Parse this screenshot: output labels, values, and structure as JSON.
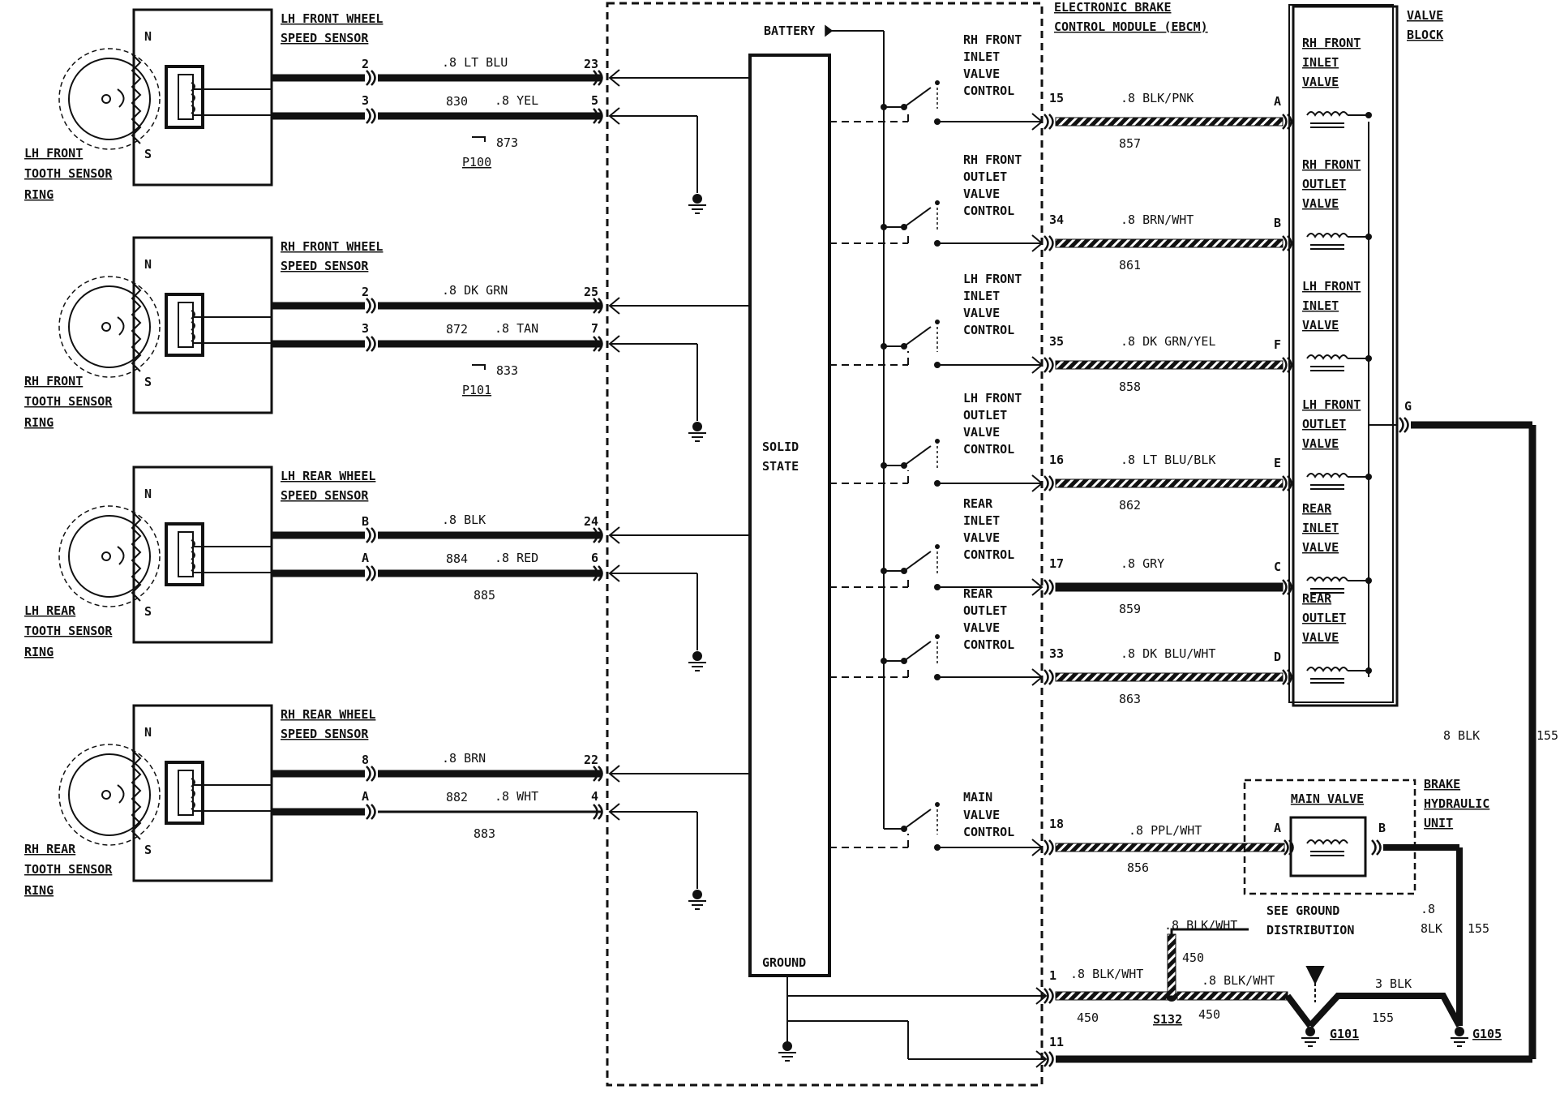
{
  "sensors": [
    {
      "title1": "LH FRONT WHEEL",
      "title2": "SPEED SENSOR",
      "ring1": "LH FRONT",
      "ring2": "TOOTH SENSOR",
      "ring3": "RING",
      "w1": {
        "conn_pin": "2",
        "ecu_pin": "23",
        "color": ".8 LT BLU",
        "circuit": "830"
      },
      "w2": {
        "conn_pin": "3",
        "ecu_pin": "5",
        "color": ".8 YEL",
        "circuit": "873"
      },
      "connector": "P100"
    },
    {
      "title1": "RH FRONT WHEEL",
      "title2": "SPEED SENSOR",
      "ring1": "RH FRONT",
      "ring2": "TOOTH SENSOR",
      "ring3": "RING",
      "w1": {
        "conn_pin": "2",
        "ecu_pin": "25",
        "color": ".8 DK GRN",
        "circuit": "872"
      },
      "w2": {
        "conn_pin": "3",
        "ecu_pin": "7",
        "color": ".8 TAN",
        "circuit": "833"
      },
      "connector": "P101"
    },
    {
      "title1": "LH REAR WHEEL",
      "title2": "SPEED SENSOR",
      "ring1": "LH REAR",
      "ring2": "TOOTH SENSOR",
      "ring3": "RING",
      "w1": {
        "conn_pin": "B",
        "ecu_pin": "24",
        "color": ".8 BLK",
        "circuit": "884"
      },
      "w2": {
        "conn_pin": "A",
        "ecu_pin": "6",
        "color": ".8 RED",
        "circuit": "885"
      },
      "connector": ""
    },
    {
      "title1": "RH REAR WHEEL",
      "title2": "SPEED SENSOR",
      "ring1": "RH REAR",
      "ring2": "TOOTH SENSOR",
      "ring3": "RING",
      "w1": {
        "conn_pin": "8",
        "ecu_pin": "22",
        "color": ".8 BRN",
        "circuit": "882"
      },
      "w2": {
        "conn_pin": "A",
        "ecu_pin": "4",
        "color": ".8 WHT",
        "circuit": "883"
      },
      "connector": ""
    }
  ],
  "sensor_pole_n": "N",
  "sensor_pole_s": "S",
  "ebcm": {
    "title1": "ELECTRONIC BRAKE",
    "title2": "CONTROL MODULE (EBCM)",
    "battery": "BATTERY",
    "solid1": "SOLID",
    "solid2": "STATE",
    "ground": "GROUND"
  },
  "valve_controls": [
    {
      "l1": "RH FRONT",
      "l2": "INLET",
      "l3": "VALVE",
      "l4": "CONTROL",
      "ecu_pin": "15",
      "color": ".8 BLK/PNK",
      "circuit": "857",
      "vb_pin": "A",
      "v1": "RH FRONT",
      "v2": "INLET",
      "v3": "VALVE"
    },
    {
      "l1": "RH FRONT",
      "l2": "OUTLET",
      "l3": "VALVE",
      "l4": "CONTROL",
      "ecu_pin": "34",
      "color": ".8 BRN/WHT",
      "circuit": "861",
      "vb_pin": "B",
      "v1": "RH FRONT",
      "v2": "OUTLET",
      "v3": "VALVE"
    },
    {
      "l1": "LH FRONT",
      "l2": "INLET",
      "l3": "VALVE",
      "l4": "CONTROL",
      "ecu_pin": "35",
      "color": ".8 DK GRN/YEL",
      "circuit": "858",
      "vb_pin": "F",
      "v1": "LH FRONT",
      "v2": "INLET",
      "v3": "VALVE"
    },
    {
      "l1": "LH FRONT",
      "l2": "OUTLET",
      "l3": "VALVE",
      "l4": "CONTROL",
      "ecu_pin": "16",
      "color": ".8 LT BLU/BLK",
      "circuit": "862",
      "vb_pin": "E",
      "v1": "LH FRONT",
      "v2": "OUTLET",
      "v3": "VALVE"
    },
    {
      "l1": "REAR",
      "l2": "INLET",
      "l3": "VALVE",
      "l4": "CONTROL",
      "ecu_pin": "17",
      "color": ".8 GRY",
      "circuit": "859",
      "vb_pin": "C",
      "v1": "REAR",
      "v2": "INLET",
      "v3": "VALVE"
    },
    {
      "l1": "REAR",
      "l2": "OUTLET",
      "l3": "VALVE",
      "l4": "CONTROL",
      "ecu_pin": "33",
      "color": ".8 DK BLU/WHT",
      "circuit": "863",
      "vb_pin": "D",
      "v1": "REAR",
      "v2": "OUTLET",
      "v3": "VALVE"
    }
  ],
  "main_control": {
    "l1": "MAIN",
    "l2": "VALVE",
    "l3": "CONTROL",
    "ecu_pin": "18",
    "color": ".8 PPL/WHT",
    "circuit": "856"
  },
  "valve_block": {
    "title1": "VALVE",
    "title2": "BLOCK",
    "g_pin": "G"
  },
  "return_wire": {
    "color": "8 BLK",
    "circuit": "155"
  },
  "hydraulic": {
    "title1": "BRAKE",
    "title2": "HYDRAULIC",
    "title3": "UNIT",
    "main_valve": "MAIN VALVE",
    "pin_a": "A",
    "pin_b": "B",
    "out_color1": ".8",
    "out_color2": "8LK",
    "out_circuit": "155"
  },
  "ground_dist": {
    "l1": "SEE GROUND",
    "l2": "DISTRIBUTION"
  },
  "ground_circuit": {
    "ecu_pin1": "1",
    "ecu_pin11": "11",
    "seg1_color": ".8 BLK/WHT",
    "seg1_circuit": "450",
    "splice": "S132",
    "branch_color": ".8 BLK/WHT",
    "branch_circuit": "450",
    "seg2_color": ".8 BLK/WHT",
    "seg2_circuit": "450",
    "g101": "G101",
    "seg3_color": "3 BLK",
    "seg3_circuit": "155",
    "g105": "G105"
  }
}
